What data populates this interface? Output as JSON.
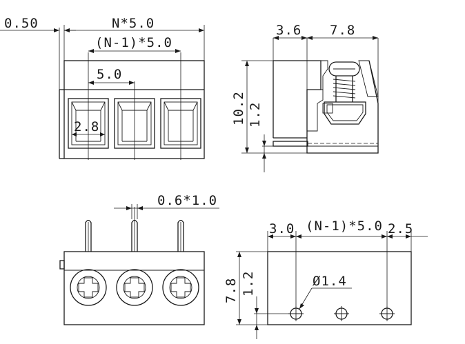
{
  "front_view": {
    "label_pitch_margin": "0.50",
    "label_total_width": "N*5.0",
    "label_span": "(N-1)*5.0",
    "label_pitch": "5.0",
    "label_opening": "2.8"
  },
  "side_view": {
    "label_offset": "3.6",
    "label_depth": "7.8",
    "label_height": "10.2",
    "label_pin": "1.2"
  },
  "top_view": {
    "label_pin_section": "0.6*1.0"
  },
  "bottom_view": {
    "label_edge": "3.0",
    "label_span": "(N-1)*5.0",
    "label_edge_right": "2.5",
    "label_depth": "7.8",
    "label_pin_offset": "1.2",
    "label_hole": "Ø1.4"
  }
}
